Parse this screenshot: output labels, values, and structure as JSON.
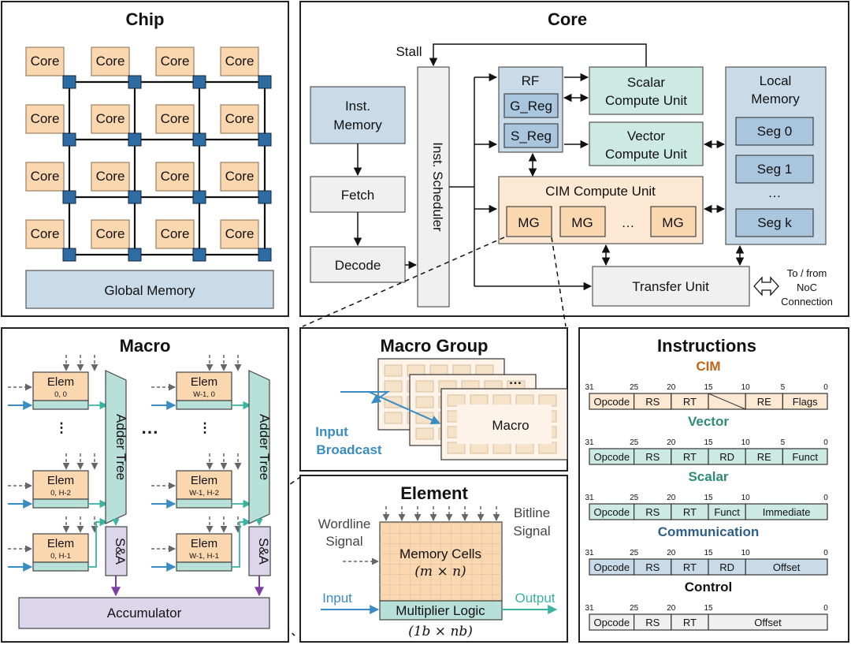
{
  "colors": {
    "core_fill": "#fbd7b0",
    "core_stroke": "#9a8060",
    "router": "#2e6da4",
    "global_mem": "#c9dbe8",
    "blue_box": "#c9dbe8",
    "teal_box": "#cdeae2",
    "gray_box": "#f0f0f0",
    "cim_box": "#fde8d3",
    "orange_box": "#fbd7b0",
    "lavender": "#dcd6ea",
    "teal_adder": "#b6e0d8",
    "arrow_blue": "#3a8cc4",
    "arrow_teal": "#3ab3a0",
    "arrow_purple": "#7b3fa5",
    "cim_title": "#c0651a",
    "vec_title": "#2f8a77",
    "comm_title": "#2e5f8a"
  },
  "chip": {
    "title": "Chip",
    "core_label": "Core",
    "global_memory": "Global Memory"
  },
  "core": {
    "title": "Core",
    "stall": "Stall",
    "inst_memory": [
      "Inst.",
      "Memory"
    ],
    "fetch": "Fetch",
    "decode": "Decode",
    "scheduler": "Inst. Scheduler",
    "rf": "RF",
    "g_reg": "G_Reg",
    "s_reg": "S_Reg",
    "scalar_unit": [
      "Scalar",
      "Compute Unit"
    ],
    "vector_unit": [
      "Vector",
      "Compute Unit"
    ],
    "cim_unit": "CIM Compute Unit",
    "mg": "MG",
    "ellipsis": "…",
    "local_memory": [
      "Local",
      "Memory"
    ],
    "segs": [
      "Seg 0",
      "Seg 1",
      "…",
      "Seg k"
    ],
    "transfer_unit": "Transfer Unit",
    "noc": [
      "To / from",
      "NoC",
      "Connection"
    ]
  },
  "macro": {
    "title": "Macro",
    "elem": "Elem",
    "elem_idx": [
      "0, 0",
      "W-1, 0",
      "0, H-2",
      "W-1, H-2",
      "0, H-1",
      "W-1, H-1"
    ],
    "adder_tree": "Adder Tree",
    "sa": "S&A",
    "accumulator": "Accumulator"
  },
  "macro_group": {
    "title": "Macro Group",
    "macro": "Macro",
    "input_broadcast": [
      "Input",
      "Broadcast"
    ]
  },
  "element": {
    "title": "Element",
    "wordline": [
      "Wordline",
      "Signal"
    ],
    "bitline": [
      "Bitline",
      "Signal"
    ],
    "memory_cells": "Memory Cells",
    "memory_dims": "(m × n)",
    "input": "Input",
    "output": "Output",
    "multiplier": "Multiplier Logic",
    "multiplier_dims": "(1b × nb)"
  },
  "instructions": {
    "title": "Instructions",
    "formats": [
      {
        "name": "CIM",
        "color": "#c0651a",
        "fill": "#fde8d3",
        "bits": [
          "31",
          "25",
          "20",
          "15",
          "10",
          "5",
          "0"
        ],
        "fields": [
          "Opcode",
          "RS",
          "RT",
          "",
          "RE",
          "Flags"
        ]
      },
      {
        "name": "Vector",
        "color": "#2f8a77",
        "fill": "#cdeae2",
        "bits": [
          "31",
          "25",
          "20",
          "15",
          "10",
          "5",
          "0"
        ],
        "fields": [
          "Opcode",
          "RS",
          "RT",
          "RD",
          "RE",
          "Funct"
        ]
      },
      {
        "name": "Scalar",
        "color": "#2f8a77",
        "fill": "#cdeae2",
        "bits": [
          "31",
          "25",
          "20",
          "15",
          "10",
          "0"
        ],
        "fields": [
          "Opcode",
          "RS",
          "RT",
          "Funct",
          "Immediate"
        ]
      },
      {
        "name": "Communication",
        "color": "#2e5f8a",
        "fill": "#c9dbe8",
        "bits": [
          "31",
          "25",
          "20",
          "15",
          "10",
          "0"
        ],
        "fields": [
          "Opcode",
          "RS",
          "RT",
          "RD",
          "Offset"
        ]
      },
      {
        "name": "Control",
        "color": "#111111",
        "fill": "#f0f0f0",
        "bits": [
          "31",
          "25",
          "20",
          "15",
          "0"
        ],
        "fields": [
          "Opcode",
          "RS",
          "RT",
          "Offset"
        ]
      }
    ]
  }
}
